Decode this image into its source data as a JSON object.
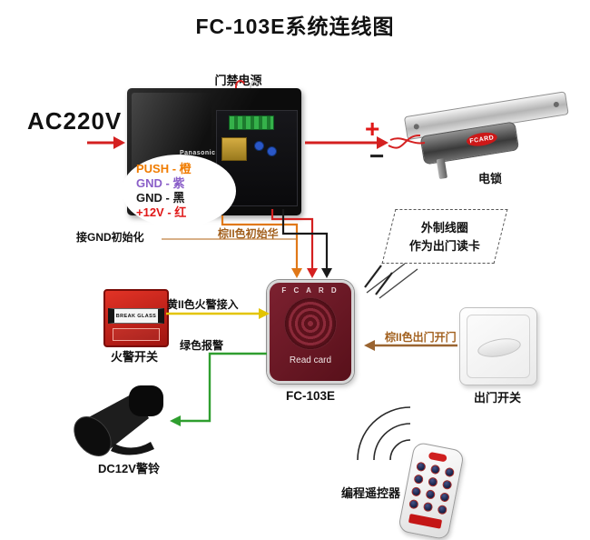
{
  "title": "FC-103E系统连线图",
  "power_supply": {
    "label": "门禁电源",
    "brand": "Panasonic",
    "input_label": "AC220V",
    "wire_key": [
      {
        "text": "PUSH - 橙",
        "color": "#f07c00"
      },
      {
        "text": "GND - 紫",
        "color": "#8a5fc8"
      },
      {
        "text": "GND - 黑",
        "color": "#1a1a1a"
      },
      {
        "text": "+12V - 红",
        "color": "#e01818"
      }
    ]
  },
  "lock": {
    "label": "电锁",
    "plus": "+",
    "minus": "−",
    "logo": "FCARD"
  },
  "reader": {
    "brand_letters": "F C A R D",
    "screen_text": "Read card",
    "label": "FC-103E"
  },
  "fire_switch": {
    "label": "火警开关",
    "panel_text": "BREAK GLASS"
  },
  "bell": {
    "label": "DC12V警铃"
  },
  "exit_switch": {
    "label": "出门开关"
  },
  "remote": {
    "label": "编程遥控器"
  },
  "annotations": {
    "gnd_init": "接GND初始化",
    "brown_init": "棕II色初始华",
    "yellow_fire": "黄II色火警接入",
    "green_alarm": "绿色报警",
    "brown_exit": "棕II色出门开门",
    "ext_coil_line1": "外制线圈",
    "ext_coil_line2": "作为出门读卡"
  },
  "colors": {
    "wire_orange": "#e07818",
    "wire_red": "#d42020",
    "wire_black": "#1a1a1a",
    "wire_yellow": "#e3c400",
    "wire_green": "#2f9e2f",
    "wire_brown": "#9a6430",
    "reader_body": "#6d1822",
    "fire_red": "#cc1712"
  }
}
